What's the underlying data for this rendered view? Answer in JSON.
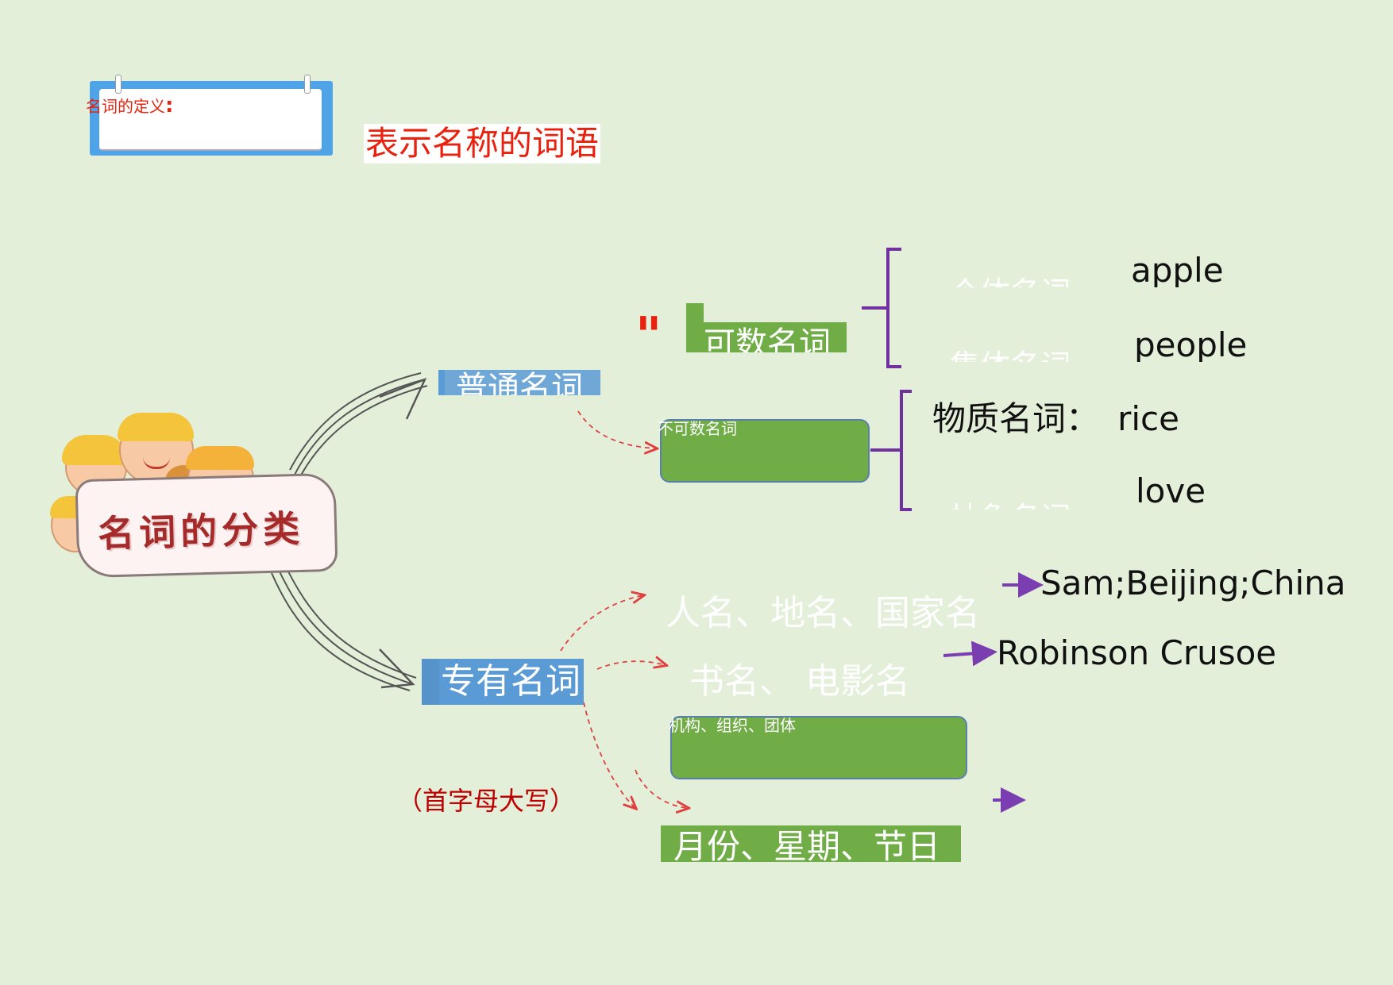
{
  "definition": {
    "label": "名词的定义",
    "colon": ":",
    "text": "表示名称的词语"
  },
  "title_sign": {
    "text": "名词的分类"
  },
  "common_noun": {
    "label": "普通名词",
    "quote_mark": "\"",
    "countable": {
      "label": "可数名词",
      "items": [
        {
          "name": "个体名词",
          "example": "apple"
        },
        {
          "name": "集体名词",
          "example": "people"
        }
      ]
    },
    "uncountable": {
      "label": "不可数名词",
      "items": [
        {
          "name": "物质名词：",
          "example": "rice"
        },
        {
          "name": "抽象名词",
          "example": "love"
        }
      ]
    }
  },
  "proper_noun": {
    "label": "专有名词",
    "note": "（首字母大写）",
    "items": [
      {
        "label": "人名、地名、国家名",
        "example": "Sam;Beijing;China"
      },
      {
        "label": "书名、 电影名",
        "example": "Robinson  Crusoe"
      },
      {
        "label": "机构、组织、团体",
        "example": ""
      },
      {
        "label": "月份、星期、节日",
        "example": ""
      }
    ]
  },
  "colors": {
    "background": "#e3efd9",
    "red": "#e8220e",
    "purple": "#7030a0",
    "green": "#70ad47",
    "blue": "#5b9bd5"
  }
}
